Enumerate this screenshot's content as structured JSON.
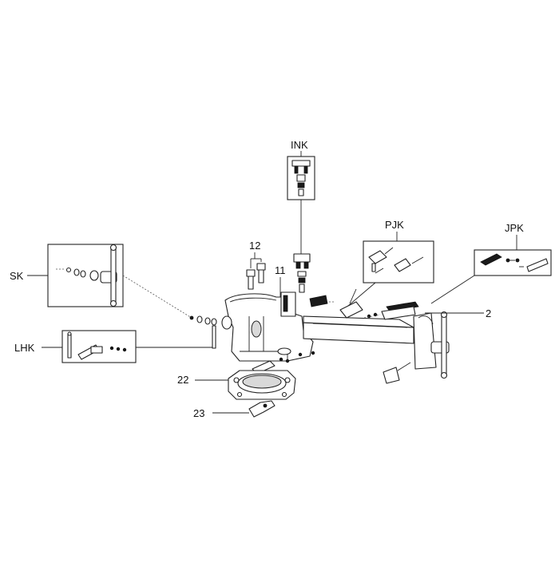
{
  "callouts": {
    "ink": "INK",
    "pjk": "PJK",
    "jpk": "JPK",
    "sk": "SK",
    "lhk": "LHK",
    "part_12": "12",
    "part_11": "11",
    "part_2": "2",
    "part_22": "22",
    "part_23": "23"
  }
}
